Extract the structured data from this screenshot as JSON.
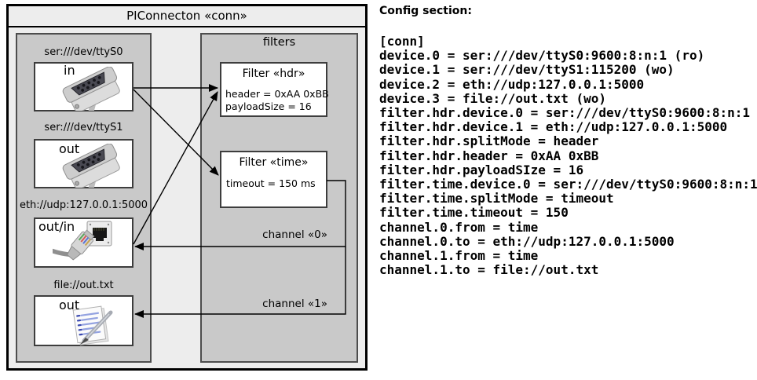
{
  "diagram": {
    "title": "PIConnecton «conn»",
    "devices_panel": {
      "devices": [
        {
          "label": "ser:///dev/ttyS0",
          "direction": "in",
          "icon": "serial-connector"
        },
        {
          "label": "ser:///dev/ttyS1",
          "direction": "out",
          "icon": "serial-connector"
        },
        {
          "label": "eth://udp:127.0.0.1:5000",
          "direction": "out/in",
          "icon": "ethernet-connector"
        },
        {
          "label": "file://out.txt",
          "direction": "out",
          "icon": "notepad-pencil"
        }
      ]
    },
    "filters_panel": {
      "title": "filters",
      "filters": [
        {
          "title": "Filter «hdr»",
          "params": [
            "header = 0xAA 0xBB",
            "payloadSize = 16"
          ]
        },
        {
          "title": "Filter «time»",
          "params": [
            "timeout = 150 ms"
          ]
        }
      ]
    },
    "channels": [
      {
        "label": "channel «0»"
      },
      {
        "label": "channel «1»"
      }
    ],
    "connections": [
      {
        "from": "ser:///dev/ttyS0",
        "to": "Filter «hdr»"
      },
      {
        "from": "ser:///dev/ttyS0",
        "to": "Filter «time»"
      },
      {
        "from": "eth://udp:127.0.0.1:5000",
        "to": "Filter «hdr»"
      },
      {
        "from": "Filter «time»",
        "to": "eth://udp:127.0.0.1:5000",
        "label": "channel «0»"
      },
      {
        "from": "Filter «time»",
        "to": "file://out.txt",
        "label": "channel «1»"
      }
    ]
  },
  "config": {
    "heading": "Config section:",
    "lines": [
      "[conn]",
      "device.0 = ser:///dev/ttyS0:9600:8:n:1 (ro)",
      "device.1 = ser:///dev/ttyS1:115200 (wo)",
      "device.2 = eth://udp:127.0.0.1:5000",
      "device.3 = file://out.txt (wo)",
      "filter.hdr.device.0 = ser:///dev/ttyS0:9600:8:n:1",
      "filter.hdr.device.1 = eth://udp:127.0.0.1:5000",
      "filter.hdr.splitMode = header",
      "filter.hdr.header = 0xAA 0xBB",
      "filter.hdr.payloadSIze = 16",
      "filter.time.device.0 = ser:///dev/ttyS0:9600:8:n:1",
      "filter.time.splitMode = timeout",
      "filter.time.timeout = 150",
      "channel.0.from = time",
      "channel.0.to = eth://udp:127.0.0.1:5000",
      "channel.1.from = time",
      "channel.1.to = file://out.txt"
    ]
  },
  "colors": {
    "diagram_bg": "#ededed",
    "panel_gray": "#c9c9c9",
    "border_dark": "#3d3d3d",
    "line_black": "#000000"
  }
}
